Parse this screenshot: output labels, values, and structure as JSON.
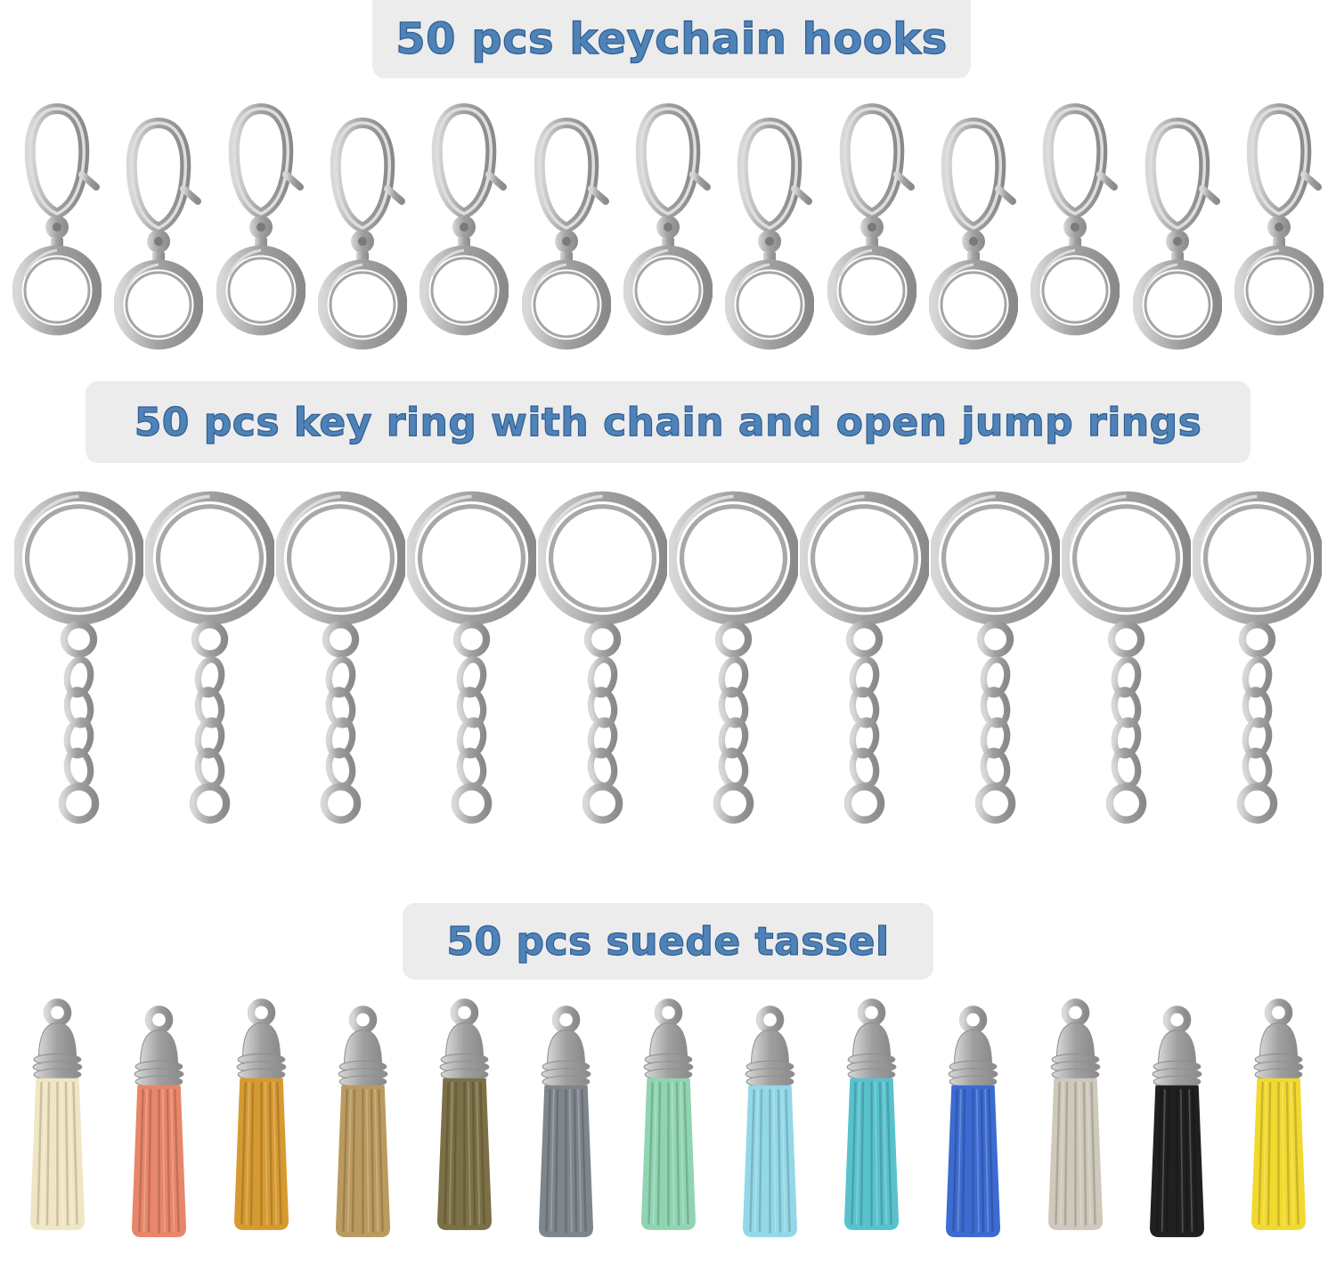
{
  "theme": {
    "page_bg": "#ffffff",
    "label_bg": "#ececec",
    "label_text": "#4f83b8",
    "label_outline": "#2d5c92",
    "metal_light": "#d8d8d8",
    "metal_mid": "#a0a0a0",
    "metal_dark": "#8a8a8a"
  },
  "sections": {
    "hooks": {
      "label": "50 pcs keychain hooks",
      "count": 13,
      "item_description": "silver swivel lobster clasp hook with round split ring"
    },
    "keyrings": {
      "label": "50 pcs key ring with chain and open jump rings",
      "count": 10,
      "item_description": "silver split key ring with curb chain and open jump ring"
    },
    "tassels": {
      "label": "50 pcs suede tassel",
      "count": 13,
      "item_description": "suede tassel pendant with silver cap",
      "colors": [
        {
          "name": "cream",
          "hex": "#f1e6c3"
        },
        {
          "name": "coral",
          "hex": "#e8866a"
        },
        {
          "name": "amber",
          "hex": "#d79a31"
        },
        {
          "name": "camel",
          "hex": "#ba9a5f"
        },
        {
          "name": "olive",
          "hex": "#7b7046"
        },
        {
          "name": "gray",
          "hex": "#7e868c"
        },
        {
          "name": "mint",
          "hex": "#90d5b2"
        },
        {
          "name": "sky-blue",
          "hex": "#93d8e8"
        },
        {
          "name": "turquoise",
          "hex": "#58c2cc"
        },
        {
          "name": "royal-blue",
          "hex": "#3c6bd1"
        },
        {
          "name": "greige",
          "hex": "#cec9ba"
        },
        {
          "name": "black",
          "hex": "#202022"
        },
        {
          "name": "yellow",
          "hex": "#f1d930"
        }
      ]
    }
  }
}
